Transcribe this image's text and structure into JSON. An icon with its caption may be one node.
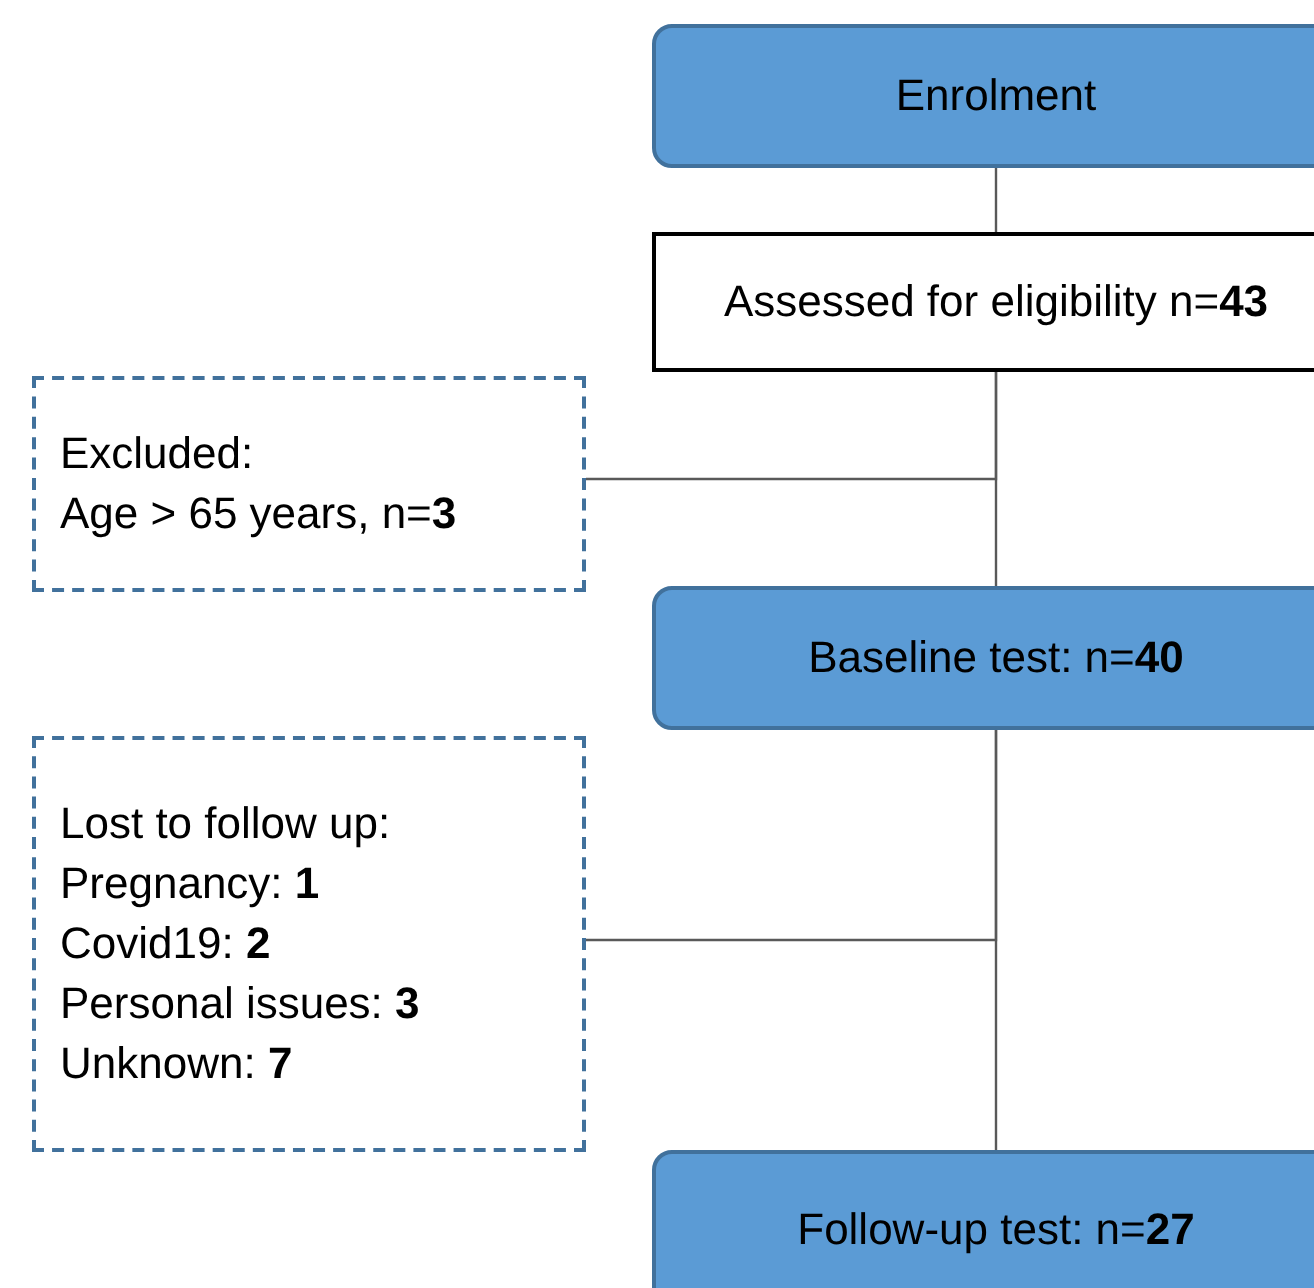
{
  "diagram": {
    "nodes": [
      {
        "text": [
          "Enrolment"
        ]
      },
      {
        "text": [
          "Assessed for eligibility n=**43**"
        ]
      },
      {
        "text": [
          "Excluded:",
          "Age > 65 years,  n=**3**"
        ]
      },
      {
        "text": [
          "Baseline test: n=**40**"
        ]
      },
      {
        "text": [
          "Lost to follow up:",
          "Pregnancy: **1**",
          "Covid19: **2**",
          "Personal issues: **3**",
          "Unknown: **7**"
        ]
      },
      {
        "text": [
          "Follow-up test: n=**27**"
        ]
      }
    ],
    "edges": [
      {
        "from": 0,
        "to": 1,
        "arrow": "none"
      },
      {
        "from": 1,
        "to": 3,
        "arrow": "none"
      },
      {
        "from": 1,
        "to": 2,
        "arrow": "none"
      },
      {
        "from": 3,
        "to": 5,
        "arrow": "none"
      },
      {
        "from": 3,
        "to": 4,
        "arrow": "none"
      }
    ]
  }
}
